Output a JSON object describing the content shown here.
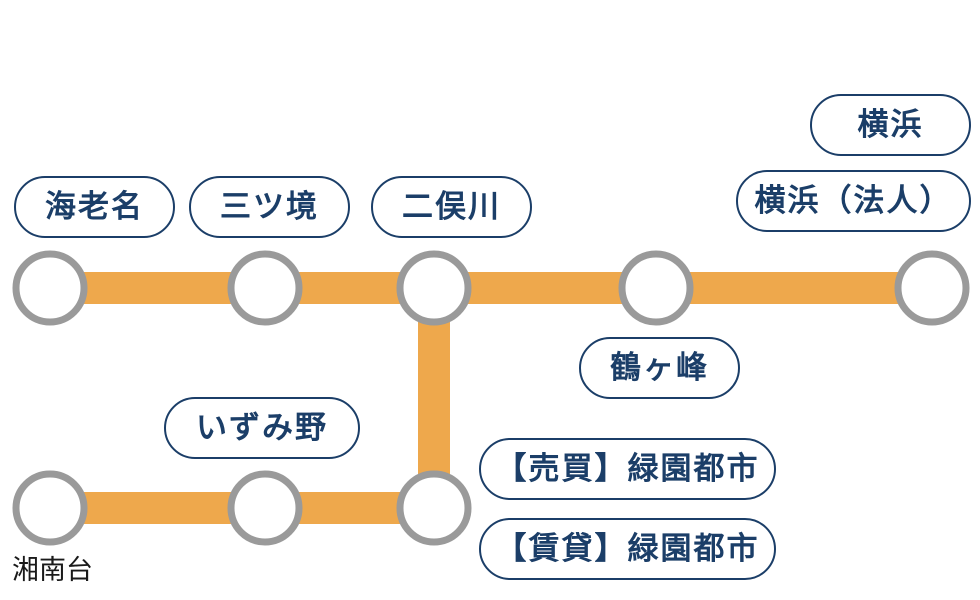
{
  "colors": {
    "line": "#EEA84C",
    "node_border": "#9A9A9A",
    "label_border": "#1B3E68",
    "label_text": "#1B3E68"
  },
  "stations": {
    "ebina": "海老名",
    "sagami_otsuka": "三ツ境",
    "futamatagawa": "二俣川",
    "tsurugamine": "鶴ヶ峰",
    "yokohama": "横浜",
    "yokohama_corporate": "横浜（法人）",
    "izumino": "いずみ野",
    "shonandai": "湘南台",
    "ryokuen_sale": "【売買】緑園都市",
    "ryokuen_rent": "【賃貸】緑園都市"
  }
}
